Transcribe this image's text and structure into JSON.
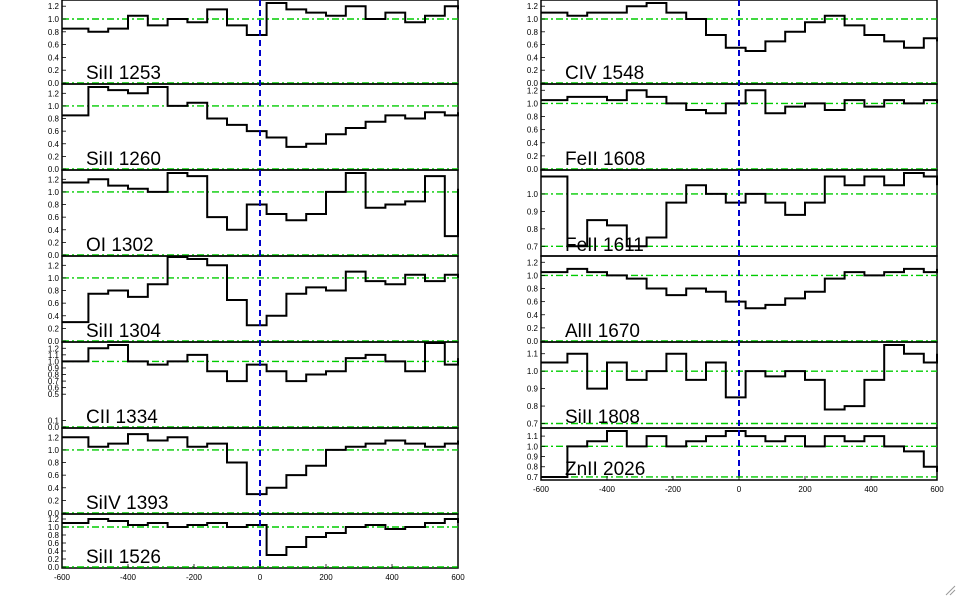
{
  "chart_data": {
    "type": "line",
    "style": "step",
    "x_ticks": [
      -600,
      -400,
      -200,
      0,
      200,
      400,
      600
    ],
    "reference_line_x": 0,
    "colors": {
      "spectrum": "#000000",
      "reference_lines": "#00cc00",
      "velocity_zero": "#0000cc"
    },
    "left_column": [
      {
        "label": "SiII 1253",
        "ylim": [
          0,
          1.25
        ],
        "ticks": [
          "0.0",
          "0.2",
          "0.4",
          "0.6",
          "0.8",
          "1.0",
          "1.2"
        ],
        "tick_values": [
          0,
          0.2,
          0.4,
          0.6,
          0.8,
          1.0,
          1.2
        ],
        "refs": [
          0,
          1.0
        ],
        "x": [
          -580,
          -520,
          -460,
          -400,
          -340,
          -280,
          -220,
          -160,
          -100,
          -40,
          20,
          80,
          140,
          200,
          260,
          320,
          380,
          440,
          500,
          560,
          600
        ],
        "y": [
          0.85,
          0.8,
          0.85,
          1.05,
          0.9,
          1.0,
          0.95,
          1.15,
          0.9,
          0.75,
          1.25,
          1.15,
          1.1,
          1.05,
          1.2,
          1.0,
          1.1,
          0.95,
          1.05,
          1.2,
          1.15
        ]
      },
      {
        "label": "SiII 1260",
        "ylim": [
          0,
          1.3
        ],
        "ticks": [
          "0.0",
          "0.2",
          "0.4",
          "0.6",
          "0.8",
          "1.0",
          "1.2"
        ],
        "tick_values": [
          0,
          0.2,
          0.4,
          0.6,
          0.8,
          1.0,
          1.2
        ],
        "refs": [
          0,
          1.0
        ],
        "x": [
          -580,
          -520,
          -460,
          -400,
          -340,
          -280,
          -220,
          -160,
          -100,
          -40,
          20,
          80,
          140,
          200,
          260,
          320,
          380,
          440,
          500,
          560,
          600
        ],
        "y": [
          0.85,
          1.3,
          1.25,
          1.2,
          1.3,
          1.0,
          1.05,
          0.8,
          0.7,
          0.6,
          0.5,
          0.35,
          0.4,
          0.55,
          0.65,
          0.75,
          0.85,
          0.8,
          0.9,
          0.85,
          0.9
        ]
      },
      {
        "label": "OI 1302",
        "ylim": [
          0,
          1.3
        ],
        "ticks": [
          "0.0",
          "0.2",
          "0.4",
          "0.6",
          "0.8",
          "1.0",
          "1.2"
        ],
        "tick_values": [
          0,
          0.2,
          0.4,
          0.6,
          0.8,
          1.0,
          1.2
        ],
        "refs": [
          0,
          1.0
        ],
        "x": [
          -580,
          -520,
          -460,
          -400,
          -340,
          -280,
          -220,
          -160,
          -100,
          -40,
          20,
          80,
          140,
          200,
          260,
          320,
          380,
          440,
          500,
          560,
          600
        ],
        "y": [
          1.15,
          1.2,
          1.1,
          1.05,
          1.0,
          1.3,
          1.25,
          0.6,
          0.4,
          0.8,
          0.65,
          0.55,
          0.65,
          1.0,
          1.3,
          0.75,
          0.8,
          0.85,
          1.25,
          0.3,
          1.05
        ]
      },
      {
        "label": "SiII 1304",
        "ylim": [
          0,
          1.3
        ],
        "ticks": [
          "0.0",
          "0.2",
          "0.4",
          "0.6",
          "0.8",
          "1.0",
          "1.2"
        ],
        "tick_values": [
          0,
          0.2,
          0.4,
          0.6,
          0.8,
          1.0,
          1.2
        ],
        "refs": [
          0,
          1.0
        ],
        "x": [
          -580,
          -520,
          -460,
          -400,
          -340,
          -280,
          -220,
          -160,
          -100,
          -40,
          20,
          80,
          140,
          200,
          260,
          320,
          380,
          440,
          500,
          560,
          600
        ],
        "y": [
          0.3,
          0.75,
          0.8,
          0.7,
          0.9,
          1.35,
          1.3,
          1.2,
          0.65,
          0.25,
          0.4,
          0.75,
          0.85,
          0.8,
          1.1,
          0.95,
          0.9,
          1.05,
          0.95,
          1.05,
          1.0
        ]
      },
      {
        "label": "CII 1334",
        "ylim": [
          0,
          1.25
        ],
        "ticks": [
          "0.0",
          "0.1",
          "0.5",
          "0.6",
          "0.7",
          "0.8",
          "0.9",
          "1.0",
          "1.1",
          "1.2"
        ],
        "tick_values": [
          0,
          0.1,
          0.5,
          0.6,
          0.7,
          0.8,
          0.9,
          1.0,
          1.1,
          1.2
        ],
        "refs": [
          0,
          1.0
        ],
        "x": [
          -580,
          -520,
          -460,
          -400,
          -340,
          -280,
          -220,
          -160,
          -100,
          -40,
          20,
          80,
          140,
          200,
          260,
          320,
          380,
          440,
          500,
          560,
          600
        ],
        "y": [
          1.0,
          1.2,
          1.25,
          1.0,
          0.95,
          1.0,
          1.1,
          0.85,
          0.7,
          0.95,
          0.85,
          0.7,
          0.8,
          0.85,
          1.05,
          1.1,
          1.0,
          0.85,
          1.3,
          0.95,
          1.05
        ]
      },
      {
        "label": "SiIV 1393",
        "ylim": [
          0,
          1.3
        ],
        "ticks": [
          "0.0",
          "0.2",
          "0.4",
          "0.6",
          "0.8",
          "1.0",
          "1.2"
        ],
        "tick_values": [
          0,
          0.2,
          0.4,
          0.6,
          0.8,
          1.0,
          1.2
        ],
        "refs": [
          0,
          1.0
        ],
        "x": [
          -580,
          -520,
          -460,
          -400,
          -340,
          -280,
          -220,
          -160,
          -100,
          -40,
          20,
          80,
          140,
          200,
          260,
          320,
          380,
          440,
          500,
          560,
          600
        ],
        "y": [
          1.2,
          1.05,
          1.1,
          1.25,
          1.15,
          1.2,
          1.05,
          1.1,
          0.8,
          0.3,
          0.4,
          0.6,
          0.75,
          1.0,
          1.05,
          1.1,
          1.15,
          1.1,
          1.05,
          1.1,
          1.15
        ]
      },
      {
        "label": "SiII 1526",
        "ylim": [
          0,
          1.25
        ],
        "ticks": [
          "0.0",
          "0.2",
          "0.4",
          "0.6",
          "0.8",
          "1.0",
          "1.2"
        ],
        "tick_values": [
          0,
          0.2,
          0.4,
          0.6,
          0.8,
          1.0,
          1.2
        ],
        "refs": [
          0,
          1.0
        ],
        "x": [
          -580,
          -520,
          -460,
          -400,
          -340,
          -280,
          -220,
          -160,
          -100,
          -40,
          20,
          80,
          140,
          200,
          260,
          320,
          380,
          440,
          500,
          560,
          600
        ],
        "y": [
          1.1,
          1.2,
          1.15,
          1.05,
          1.1,
          1.0,
          1.05,
          1.1,
          1.0,
          1.05,
          0.3,
          0.5,
          0.75,
          0.85,
          1.0,
          1.05,
          0.95,
          1.0,
          1.1,
          1.2,
          1.1
        ]
      }
    ],
    "right_column": [
      {
        "label": "CIV 1548",
        "ylim": [
          0,
          1.25
        ],
        "ticks": [
          "0.0",
          "0.2",
          "0.4",
          "0.6",
          "0.8",
          "1.0",
          "1.2"
        ],
        "tick_values": [
          0,
          0.2,
          0.4,
          0.6,
          0.8,
          1.0,
          1.2
        ],
        "refs": [
          0,
          1.0
        ],
        "x": [
          -580,
          -520,
          -460,
          -400,
          -340,
          -280,
          -220,
          -160,
          -100,
          -40,
          20,
          80,
          140,
          200,
          260,
          320,
          380,
          440,
          500,
          560,
          600
        ],
        "y": [
          1.1,
          1.05,
          1.1,
          1.1,
          1.2,
          1.25,
          1.1,
          1.0,
          0.75,
          0.55,
          0.5,
          0.65,
          0.8,
          0.95,
          1.05,
          0.9,
          0.75,
          0.65,
          0.55,
          0.7,
          0.65
        ]
      },
      {
        "label": "FeII 1608",
        "ylim": [
          0,
          1.25
        ],
        "ticks": [
          "0.0",
          "0.2",
          "0.4",
          "0.6",
          "0.8",
          "1.0",
          "1.2"
        ],
        "tick_values": [
          0,
          0.2,
          0.4,
          0.6,
          0.8,
          1.0,
          1.2
        ],
        "refs": [
          0,
          1.0
        ],
        "x": [
          -580,
          -520,
          -460,
          -400,
          -340,
          -280,
          -220,
          -160,
          -100,
          -40,
          20,
          80,
          140,
          200,
          260,
          320,
          380,
          440,
          500,
          560,
          600
        ],
        "y": [
          1.05,
          1.1,
          1.1,
          1.05,
          1.2,
          1.1,
          1.0,
          0.9,
          0.85,
          1.0,
          1.2,
          0.85,
          0.95,
          1.0,
          0.9,
          1.05,
          0.95,
          1.05,
          1.0,
          1.05,
          1.0
        ]
      },
      {
        "label": "FeII 1611",
        "ylim": [
          0.65,
          1.12
        ],
        "ticks": [
          "0.7",
          "0.8",
          "0.9",
          "1.0"
        ],
        "tick_values": [
          0.7,
          0.8,
          0.9,
          1.0
        ],
        "refs": [
          0.7,
          1.0
        ],
        "x": [
          -580,
          -520,
          -460,
          -400,
          -340,
          -280,
          -220,
          -160,
          -100,
          -40,
          20,
          80,
          140,
          200,
          260,
          320,
          380,
          440,
          500,
          560,
          600
        ],
        "y": [
          1.1,
          0.7,
          0.85,
          0.82,
          0.7,
          0.75,
          0.95,
          1.05,
          1.0,
          0.95,
          1.0,
          0.95,
          0.88,
          0.95,
          1.1,
          1.05,
          1.1,
          1.05,
          1.12,
          1.1,
          1.05
        ]
      },
      {
        "label": "AlII 1670",
        "ylim": [
          0,
          1.25
        ],
        "ticks": [
          "0.0",
          "0.2",
          "0.4",
          "0.6",
          "0.8",
          "1.0",
          "1.2"
        ],
        "tick_values": [
          0,
          0.2,
          0.4,
          0.6,
          0.8,
          1.0,
          1.2
        ],
        "refs": [
          0,
          1.0
        ],
        "x": [
          -580,
          -520,
          -460,
          -400,
          -340,
          -280,
          -220,
          -160,
          -100,
          -40,
          20,
          80,
          140,
          200,
          260,
          320,
          380,
          440,
          500,
          560,
          600
        ],
        "y": [
          1.05,
          1.1,
          1.05,
          1.0,
          0.95,
          0.8,
          0.7,
          0.8,
          0.75,
          0.6,
          0.5,
          0.55,
          0.65,
          0.75,
          0.95,
          1.05,
          1.0,
          1.05,
          1.1,
          1.05,
          1.1
        ]
      },
      {
        "label": "SiII 1808",
        "ylim": [
          0.68,
          1.15
        ],
        "ticks": [
          "0.7",
          "0.8",
          "0.9",
          "1.0",
          "1.1"
        ],
        "tick_values": [
          0.7,
          0.8,
          0.9,
          1.0,
          1.1
        ],
        "refs": [
          0.7,
          1.0
        ],
        "x": [
          -580,
          -520,
          -460,
          -400,
          -340,
          -280,
          -220,
          -160,
          -100,
          -40,
          20,
          80,
          140,
          200,
          260,
          320,
          380,
          440,
          500,
          560,
          600
        ],
        "y": [
          1.05,
          1.1,
          0.9,
          1.05,
          0.95,
          1.0,
          1.1,
          0.95,
          1.05,
          0.85,
          1.0,
          0.97,
          1.0,
          0.95,
          0.78,
          0.8,
          0.95,
          1.15,
          1.1,
          1.05,
          1.1
        ]
      },
      {
        "label": "ZnII 2026",
        "ylim": [
          0.68,
          1.15
        ],
        "ticks": [
          "0.7",
          "0.8",
          "0.9",
          "1.0",
          "1.1"
        ],
        "tick_values": [
          0.7,
          0.8,
          0.9,
          1.0,
          1.1
        ],
        "refs": [
          0.7,
          1.0
        ],
        "x": [
          -580,
          -520,
          -460,
          -400,
          -340,
          -280,
          -220,
          -160,
          -100,
          -40,
          20,
          80,
          140,
          200,
          260,
          320,
          380,
          440,
          500,
          560,
          600
        ],
        "y": [
          0.7,
          1.0,
          1.05,
          1.15,
          1.0,
          1.1,
          1.0,
          1.05,
          1.1,
          1.15,
          1.1,
          1.05,
          1.1,
          1.0,
          1.1,
          1.05,
          1.1,
          1.0,
          0.95,
          0.8,
          0.75
        ]
      }
    ]
  }
}
